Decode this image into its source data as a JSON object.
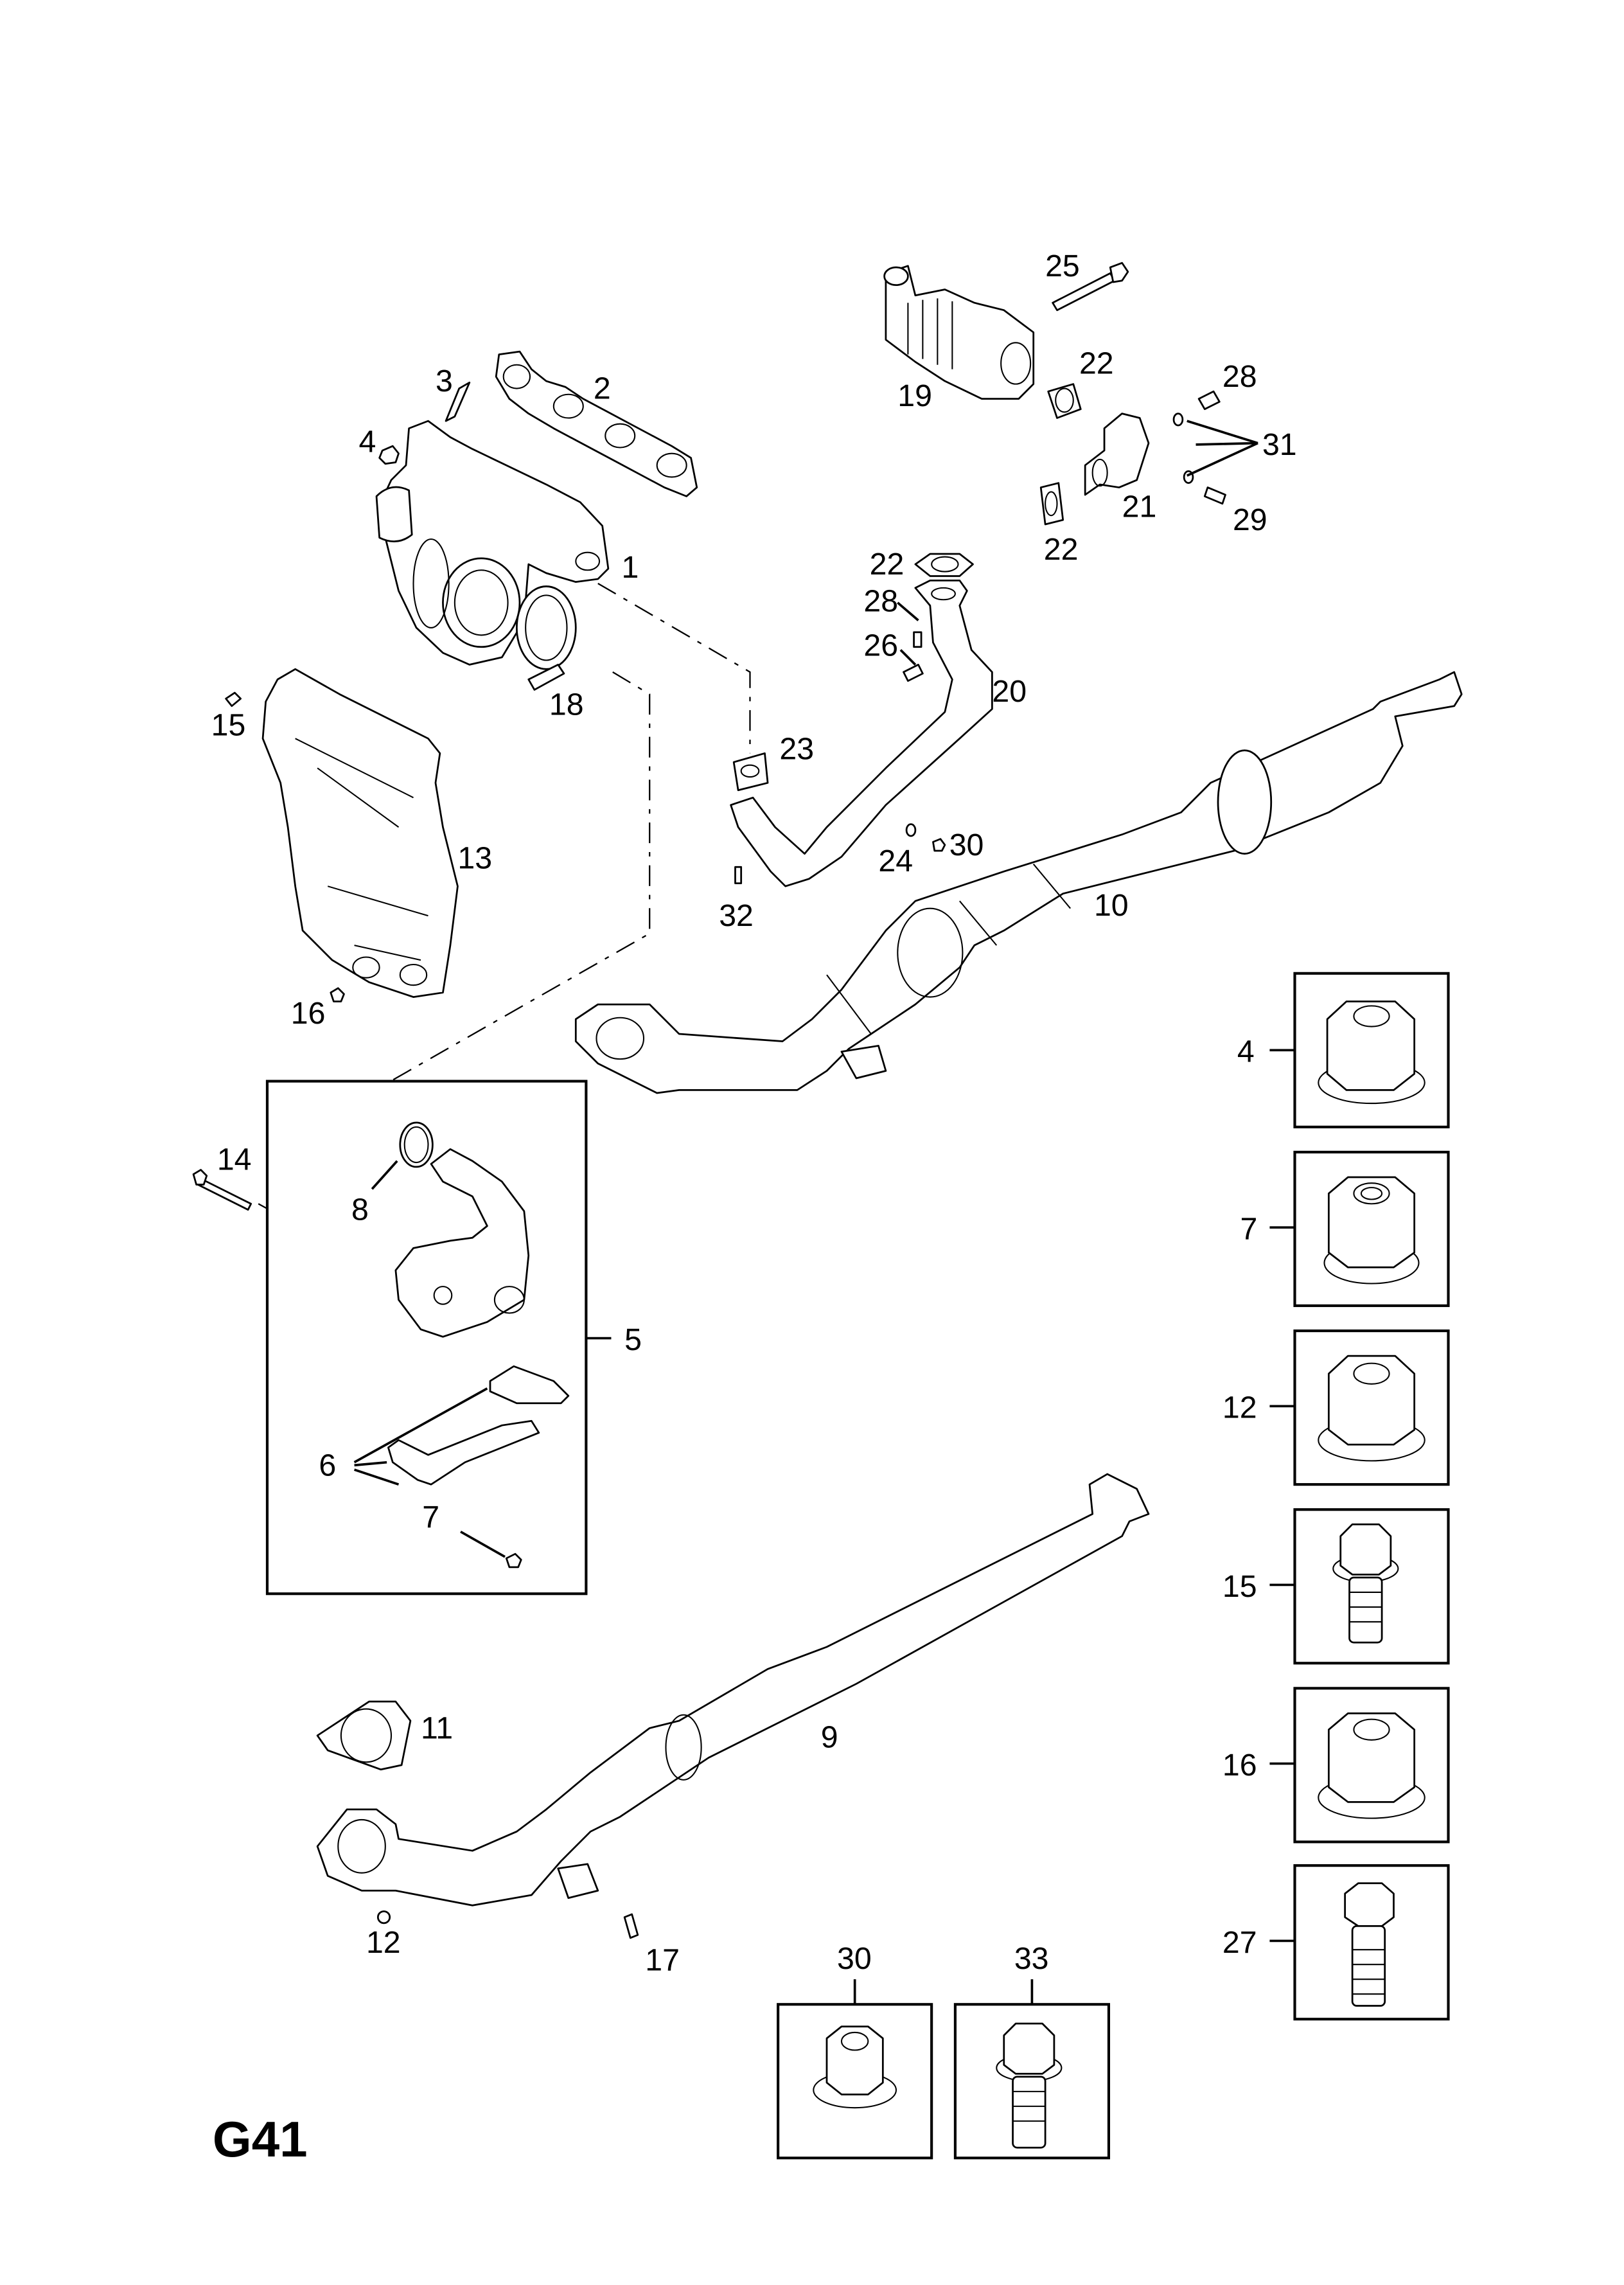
{
  "diagram": {
    "page_code": "G41",
    "callouts": {
      "p1": "1",
      "p2": "2",
      "p3": "3",
      "p4": "4",
      "p5": "5",
      "p6": "6",
      "p7": "7",
      "p8": "8",
      "p9": "9",
      "p10": "10",
      "p11": "11",
      "p12": "12",
      "p13": "13",
      "p14": "14",
      "p15": "15",
      "p16": "16",
      "p17": "17",
      "p18": "18",
      "p19": "19",
      "p20": "20",
      "p21": "21",
      "p22a": "22",
      "p22b": "22",
      "p22c": "22",
      "p23": "23",
      "p24": "24",
      "p25": "25",
      "p26": "26",
      "p28a": "28",
      "p28b": "28",
      "p29": "29",
      "p30": "30",
      "p31": "31",
      "p32": "32"
    },
    "detail_boxes": [
      {
        "label": "4",
        "kind": "flange-nut"
      },
      {
        "label": "7",
        "kind": "flange-nut"
      },
      {
        "label": "12",
        "kind": "flange-nut"
      },
      {
        "label": "15",
        "kind": "flange-bolt"
      },
      {
        "label": "16",
        "kind": "flange-nut"
      },
      {
        "label": "27",
        "kind": "hex-bolt"
      },
      {
        "label": "30",
        "kind": "flange-nut"
      },
      {
        "label": "33",
        "kind": "flange-bolt"
      }
    ]
  }
}
